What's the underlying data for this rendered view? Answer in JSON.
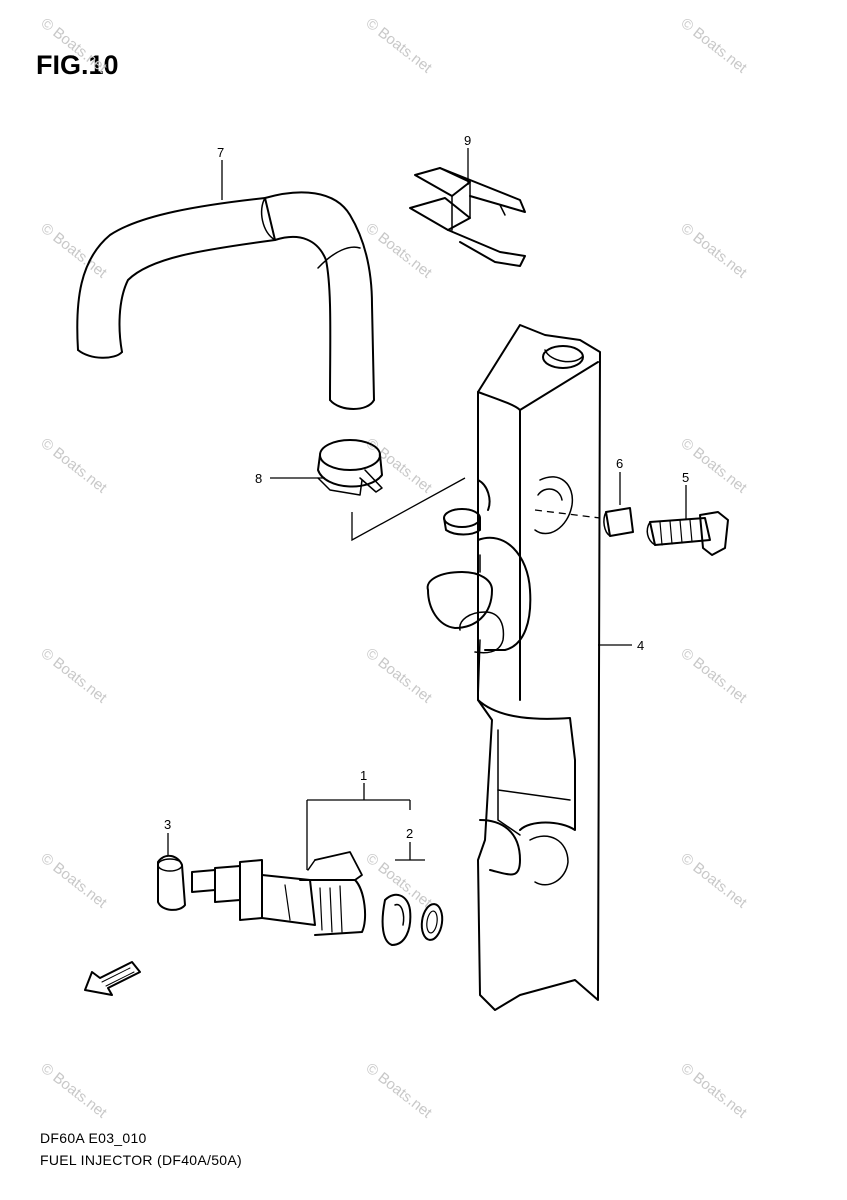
{
  "figure": {
    "title": "FIG.10",
    "code": "DF60A E03_010",
    "description": "FUEL INJECTOR (DF40A/50A)"
  },
  "watermark": {
    "text": "© Boats.net",
    "color": "#c8c8c8"
  },
  "parts": [
    {
      "ref": "1",
      "name": "injector-assembly"
    },
    {
      "ref": "2",
      "name": "o-ring"
    },
    {
      "ref": "3",
      "name": "cushion"
    },
    {
      "ref": "4",
      "name": "fuel-rail"
    },
    {
      "ref": "5",
      "name": "bolt"
    },
    {
      "ref": "6",
      "name": "spacer"
    },
    {
      "ref": "7",
      "name": "fuel-hose"
    },
    {
      "ref": "8",
      "name": "hose-clip"
    },
    {
      "ref": "9",
      "name": "clamp"
    }
  ]
}
